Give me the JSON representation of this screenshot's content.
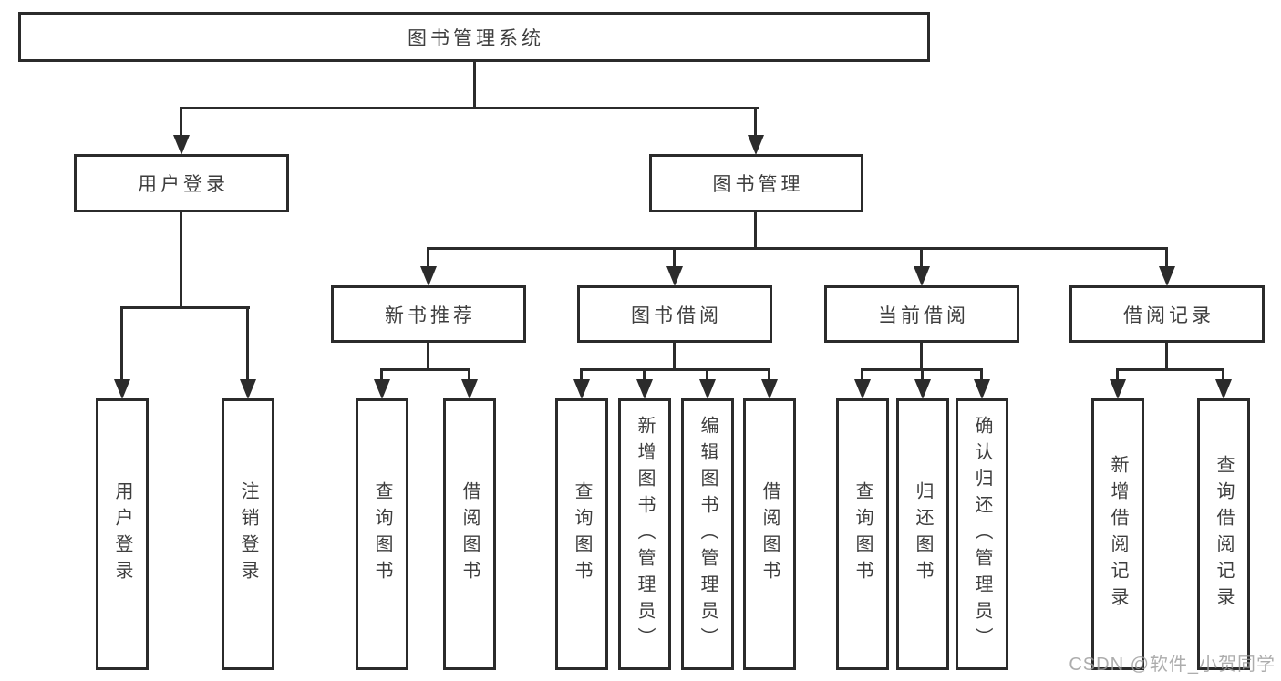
{
  "diagram": {
    "root": {
      "label": "图书管理系统"
    },
    "branches": [
      {
        "label": "用户登录",
        "children": [
          "用户登录",
          "注销登录"
        ]
      },
      {
        "label": "图书管理",
        "groups": [
          {
            "label": "新书推荐",
            "children": [
              "查询图书",
              "借阅图书"
            ]
          },
          {
            "label": "图书借阅",
            "children": [
              "查询图书",
              "新增图书（管理员）",
              "编辑图书（管理员）",
              "借阅图书"
            ]
          },
          {
            "label": "当前借阅",
            "children": [
              "查询图书",
              "归还图书",
              "确认归还（管理员）"
            ]
          },
          {
            "label": "借阅记录",
            "children": [
              "新增借阅记录",
              "查询借阅记录"
            ]
          }
        ]
      }
    ]
  },
  "watermark": {
    "text": "CSDN @软件_小贺同学"
  },
  "colors": {
    "line": "#2b2b2b",
    "text": "#3e3e3e",
    "background": "#ffffff"
  }
}
